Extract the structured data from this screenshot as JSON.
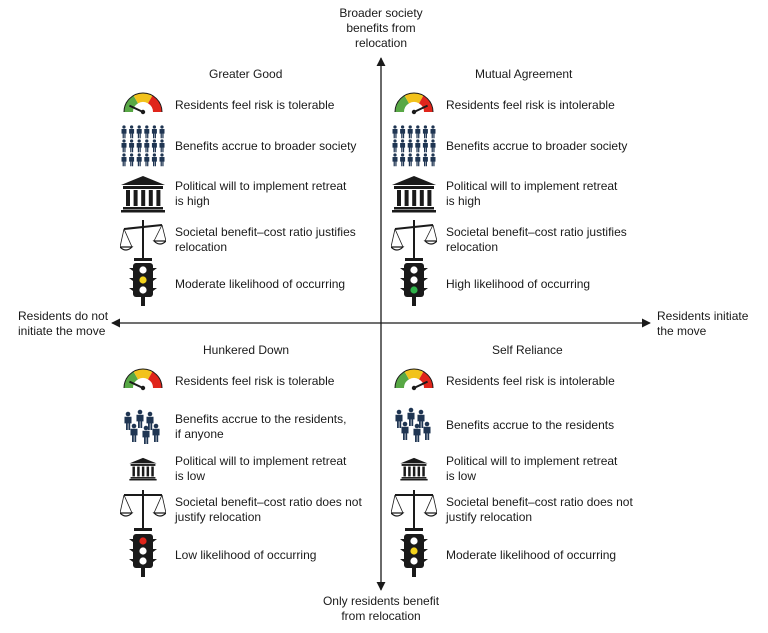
{
  "axes": {
    "top": [
      "Broader society",
      "benefits from",
      "relocation"
    ],
    "bottom": [
      "Only residents benefit",
      "from relocation"
    ],
    "left": [
      "Residents do not",
      "initiate the move"
    ],
    "right": [
      "Residents initiate",
      "the move"
    ]
  },
  "quadrants": [
    {
      "id": "greater-good",
      "title": "Greater Good",
      "rows": [
        {
          "icon": "risk-gauge-icon",
          "gauge": "tolerable",
          "lines": [
            "Residents feel risk is tolerable"
          ]
        },
        {
          "icon": "crowd-icon",
          "people": "many",
          "lines": [
            "Benefits accrue to broader society"
          ]
        },
        {
          "icon": "government-building-icon",
          "size": "large",
          "lines": [
            "Political will to implement retreat",
            "is high"
          ]
        },
        {
          "icon": "balance-scale-icon",
          "tilt": "justifies",
          "lines": [
            "Societal benefit–cost ratio justifies",
            "relocation"
          ]
        },
        {
          "icon": "traffic-light-icon",
          "light": "yellow",
          "lines": [
            "Moderate likelihood of occurring"
          ]
        }
      ]
    },
    {
      "id": "mutual-agreement",
      "title": "Mutual Agreement",
      "rows": [
        {
          "icon": "risk-gauge-icon",
          "gauge": "intolerable",
          "lines": [
            "Residents feel risk is intolerable"
          ]
        },
        {
          "icon": "crowd-icon",
          "people": "many",
          "lines": [
            "Benefits accrue to broader society"
          ]
        },
        {
          "icon": "government-building-icon",
          "size": "large",
          "lines": [
            "Political will to implement retreat",
            "is  high"
          ]
        },
        {
          "icon": "balance-scale-icon",
          "tilt": "justifies",
          "lines": [
            "Societal benefit–cost ratio justifies",
            "relocation"
          ]
        },
        {
          "icon": "traffic-light-icon",
          "light": "green",
          "lines": [
            "High likelihood of occurring"
          ]
        }
      ]
    },
    {
      "id": "hunkered-down",
      "title": "Hunkered Down",
      "rows": [
        {
          "icon": "risk-gauge-icon",
          "gauge": "tolerable",
          "lines": [
            "Residents feel risk is tolerable"
          ]
        },
        {
          "icon": "residents-icon",
          "people": "few",
          "lines": [
            "Benefits accrue to the residents,",
            "if anyone"
          ]
        },
        {
          "icon": "government-building-icon",
          "size": "small",
          "lines": [
            "Political will to implement retreat",
            "is low"
          ]
        },
        {
          "icon": "balance-scale-icon",
          "tilt": "not-justify",
          "lines": [
            "Societal benefit–cost ratio does not",
            "justify relocation"
          ]
        },
        {
          "icon": "traffic-light-icon",
          "light": "red",
          "lines": [
            "Low likelihood of occurring"
          ]
        }
      ]
    },
    {
      "id": "self-reliance",
      "title": "Self Reliance",
      "rows": [
        {
          "icon": "risk-gauge-icon",
          "gauge": "intolerable",
          "lines": [
            "Residents feel risk is intolerable"
          ]
        },
        {
          "icon": "residents-icon",
          "people": "few",
          "lines": [
            "Benefits accrue to the residents"
          ]
        },
        {
          "icon": "government-building-icon",
          "size": "small",
          "lines": [
            "Political will to implement retreat",
            "is low"
          ]
        },
        {
          "icon": "balance-scale-icon",
          "tilt": "not-justify",
          "lines": [
            "Societal benefit–cost ratio does not",
            "justify relocation"
          ]
        },
        {
          "icon": "traffic-light-icon",
          "light": "yellow",
          "lines": [
            "Moderate likelihood of occurring"
          ]
        }
      ]
    }
  ],
  "colors": {
    "axis": "#1a1a1a",
    "gauge_green": "#58a845",
    "gauge_yellow": "#f2c21b",
    "gauge_red": "#e0251b",
    "people": "#1f3552",
    "light_red": "#e0251b",
    "light_yellow": "#f2d21b",
    "light_green": "#2fb34a",
    "light_off": "#ffffff"
  }
}
